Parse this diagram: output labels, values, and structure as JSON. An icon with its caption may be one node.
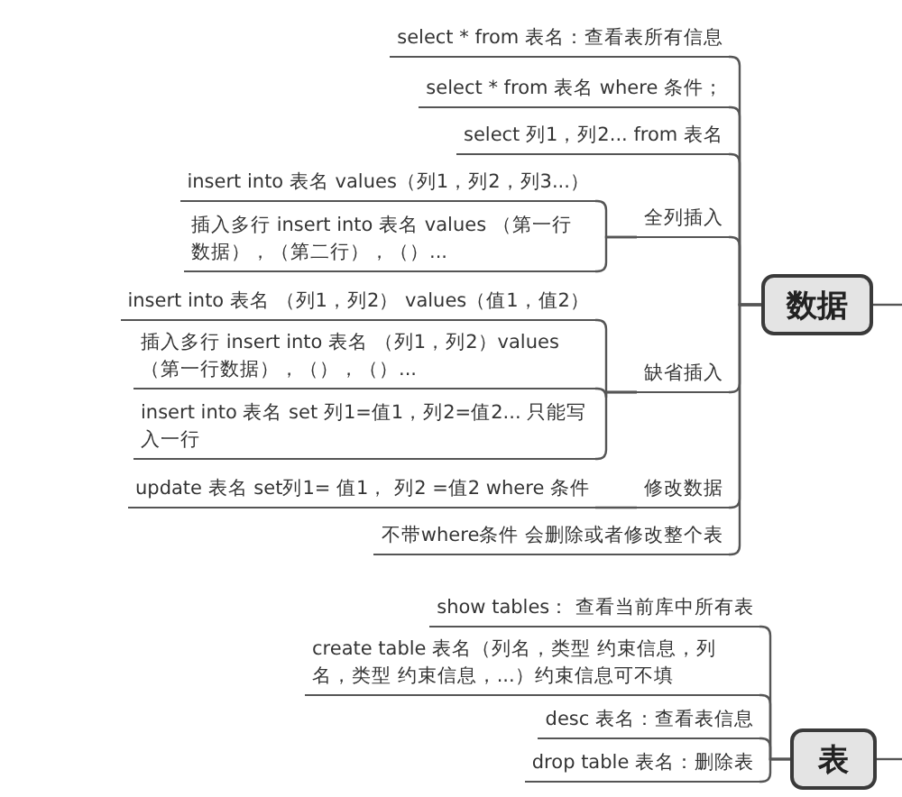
{
  "diagram": {
    "nodes": [
      {
        "text": [
          "数据"
        ]
      },
      {
        "text": [
          "select * from 表名：查看表所有信息"
        ]
      },
      {
        "text": [
          "select * from 表名 where 条件；"
        ]
      },
      {
        "text": [
          "select 列1，列2... from 表名"
        ]
      },
      {
        "text": [
          "全列插入"
        ]
      },
      {
        "text": [
          "insert into 表名 values（列1，列2，列3...）"
        ]
      },
      {
        "text": [
          "插入多行 insert into 表名 values （第一行数据），（第二行），（）..."
        ]
      },
      {
        "text": [
          "缺省插入"
        ]
      },
      {
        "text": [
          "insert into 表名 （列1，列2） values（值1，值2）"
        ]
      },
      {
        "text": [
          "插入多行 insert into 表名 （列1，列2）values（第一行数据），（），（）..."
        ]
      },
      {
        "text": [
          "insert into 表名 set 列1=值1，列2=值2... 只能写入一行"
        ]
      },
      {
        "text": [
          "修改数据"
        ]
      },
      {
        "text": [
          "update 表名 set列1= 值1， 列2 =值2 where 条件"
        ]
      },
      {
        "text": [
          "不带where条件 会删除或者修改整个表"
        ]
      },
      {
        "text": [
          "表"
        ]
      },
      {
        "text": [
          "show tables： 查看当前库中所有表"
        ]
      },
      {
        "text": [
          "create table 表名（列名，类型 约束信息，列名，类型 约束信息，...）约束信息可不填"
        ]
      },
      {
        "text": [
          "desc 表名：查看表信息"
        ]
      },
      {
        "text": [
          "drop table 表名：删除表"
        ]
      }
    ],
    "edges": [
      {
        "from": 0,
        "to": 1,
        "arrow": "none"
      },
      {
        "from": 0,
        "to": 2,
        "arrow": "none"
      },
      {
        "from": 0,
        "to": 3,
        "arrow": "none"
      },
      {
        "from": 0,
        "to": 4,
        "arrow": "none"
      },
      {
        "from": 4,
        "to": 5,
        "arrow": "none"
      },
      {
        "from": 4,
        "to": 6,
        "arrow": "none"
      },
      {
        "from": 0,
        "to": 7,
        "arrow": "none"
      },
      {
        "from": 7,
        "to": 8,
        "arrow": "none"
      },
      {
        "from": 7,
        "to": 9,
        "arrow": "none"
      },
      {
        "from": 7,
        "to": 10,
        "arrow": "none"
      },
      {
        "from": 0,
        "to": 11,
        "arrow": "none"
      },
      {
        "from": 11,
        "to": 12,
        "arrow": "none"
      },
      {
        "from": 0,
        "to": 13,
        "arrow": "none"
      },
      {
        "from": 0,
        "to": null,
        "arrow": "none"
      },
      {
        "from": 14,
        "to": 15,
        "arrow": "none"
      },
      {
        "from": 14,
        "to": 16,
        "arrow": "none"
      },
      {
        "from": 14,
        "to": 17,
        "arrow": "none"
      },
      {
        "from": 14,
        "to": 18,
        "arrow": "none"
      },
      {
        "from": 14,
        "to": null,
        "arrow": "none"
      }
    ]
  }
}
